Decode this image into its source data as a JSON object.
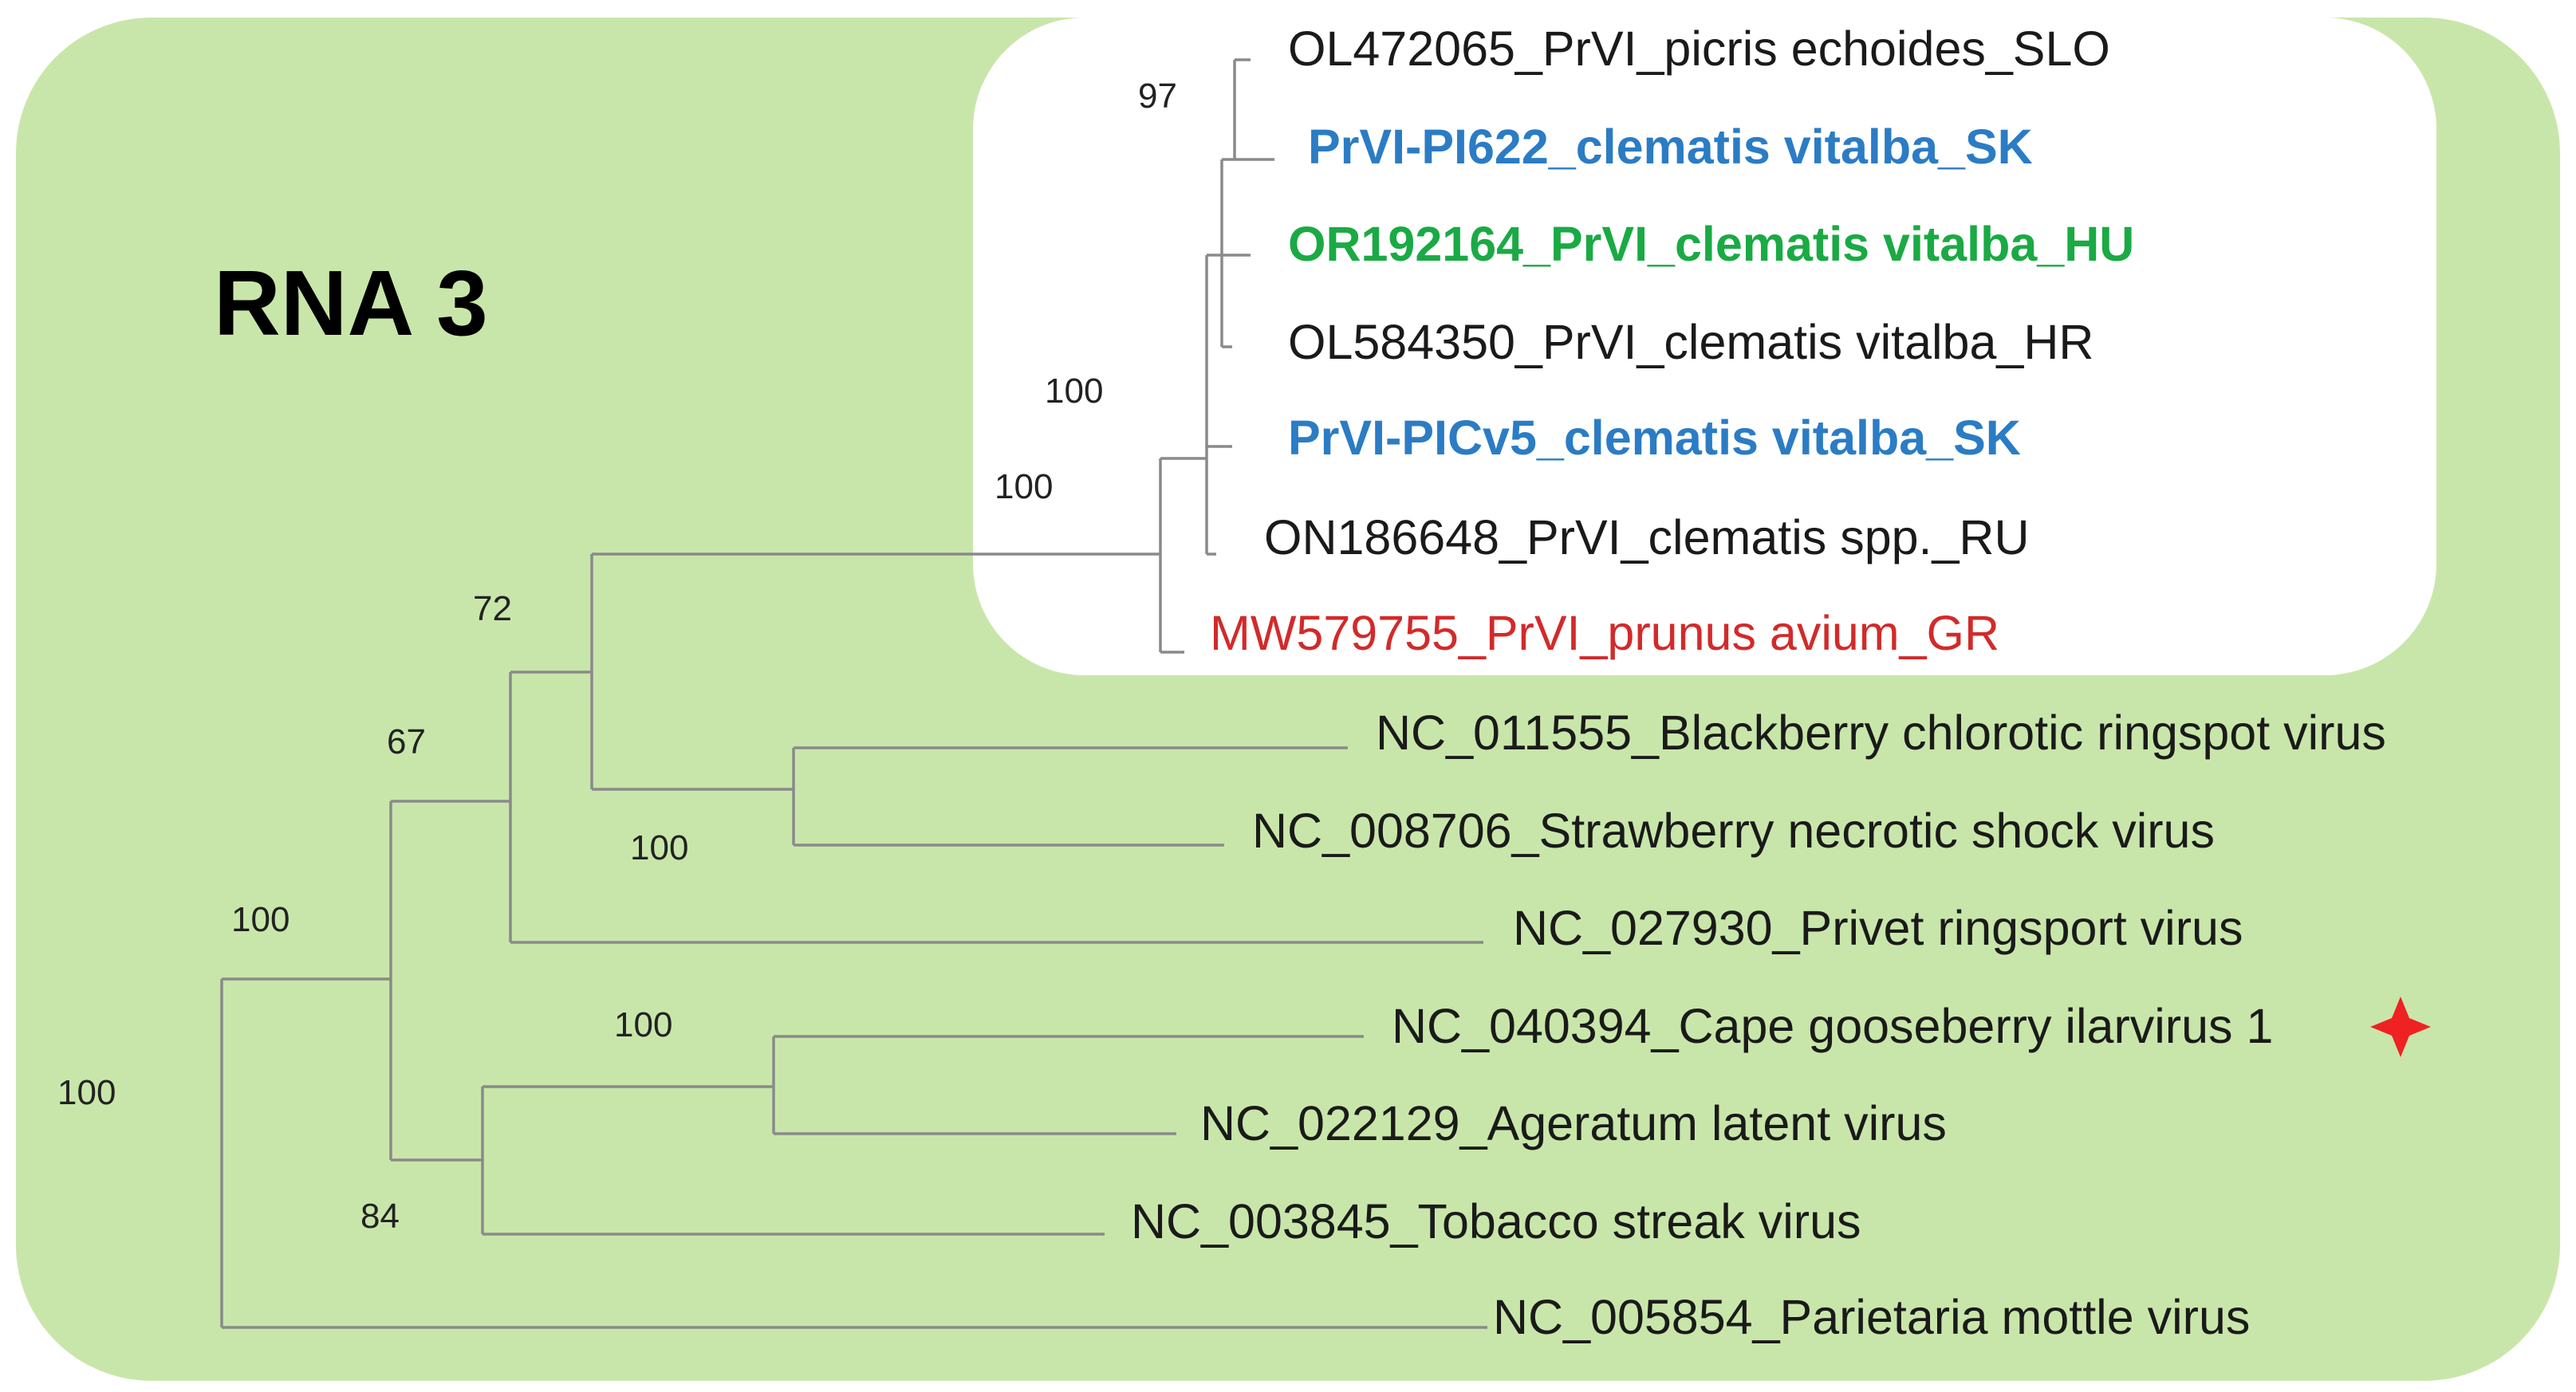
{
  "figure": {
    "title": "RNA 3",
    "colors": {
      "panel_background": "#c9e6aa",
      "inset_background": "#ffffff",
      "branch": "#8a8a8a",
      "default_label": "#1a1a1a",
      "highlight_blue": "#2b7cc4",
      "highlight_green": "#1aaa44",
      "highlight_red": "#d22a2a",
      "marker_red": "#ee2222"
    }
  },
  "tree": {
    "leaves": [
      {
        "id": "leaf_ol472065",
        "label": "OL472065_PrVI_picris  echoides_SLO",
        "color": "#1a1a1a",
        "bold": false
      },
      {
        "id": "leaf_prvi_pi622",
        "label": "PrVI-PI622_clematis vitalba_SK",
        "color": "#2b7cc4",
        "bold": true
      },
      {
        "id": "leaf_or192164",
        "label": "OR192164_PrVI_clematis vitalba_HU",
        "color": "#1aaa44",
        "bold": true
      },
      {
        "id": "leaf_ol584350",
        "label": "OL584350_PrVI_clematis vitalba_HR",
        "color": "#1a1a1a",
        "bold": false
      },
      {
        "id": "leaf_prvi_picv5",
        "label": "PrVI-PICv5_clematis vitalba_SK",
        "color": "#2b7cc4",
        "bold": true
      },
      {
        "id": "leaf_on186648",
        "label": "ON186648_PrVI_clematis spp._RU",
        "color": "#1a1a1a",
        "bold": false
      },
      {
        "id": "leaf_mw579755",
        "label": "MW579755_PrVI_prunus avium_GR",
        "color": "#d22a2a",
        "bold": false
      },
      {
        "id": "leaf_nc_011555",
        "label": "NC_011555_Blackberry chlorotic ringspot virus",
        "color": "#1a1a1a",
        "bold": false
      },
      {
        "id": "leaf_nc_008706",
        "label": "NC_008706_Strawberry necrotic shock virus",
        "color": "#1a1a1a",
        "bold": false
      },
      {
        "id": "leaf_nc_027930",
        "label": "NC_027930_Privet ringsport virus",
        "color": "#1a1a1a",
        "bold": false
      },
      {
        "id": "leaf_nc_040394",
        "label": "NC_040394_Cape gooseberry ilarvirus 1",
        "color": "#1a1a1a",
        "bold": false,
        "marker": "red-star-icon"
      },
      {
        "id": "leaf_nc_022129",
        "label": "NC_022129_Ageratum latent virus",
        "color": "#1a1a1a",
        "bold": false
      },
      {
        "id": "leaf_nc_003845",
        "label": "NC_003845_Tobacco streak virus",
        "color": "#1a1a1a",
        "bold": false
      },
      {
        "id": "leaf_nc_005854",
        "label": "NC_005854_Parietaria mottle virus",
        "color": "#1a1a1a",
        "bold": false
      }
    ],
    "bootstrap_values": [
      {
        "id": "bs_picris_clade",
        "value": "97"
      },
      {
        "id": "bs_clematis_clade",
        "value": "100"
      },
      {
        "id": "bs_prvi_clade",
        "value": "100"
      },
      {
        "id": "bs_prvi_plus_blackberry",
        "value": "72"
      },
      {
        "id": "bs_plus_privet",
        "value": "67"
      },
      {
        "id": "bs_blackberry_strawberry",
        "value": "100"
      },
      {
        "id": "bs_upper_group",
        "value": "100"
      },
      {
        "id": "bs_cape_ageratum",
        "value": "100"
      },
      {
        "id": "bs_root",
        "value": "100"
      },
      {
        "id": "bs_tobacco_group",
        "value": "84"
      }
    ]
  }
}
